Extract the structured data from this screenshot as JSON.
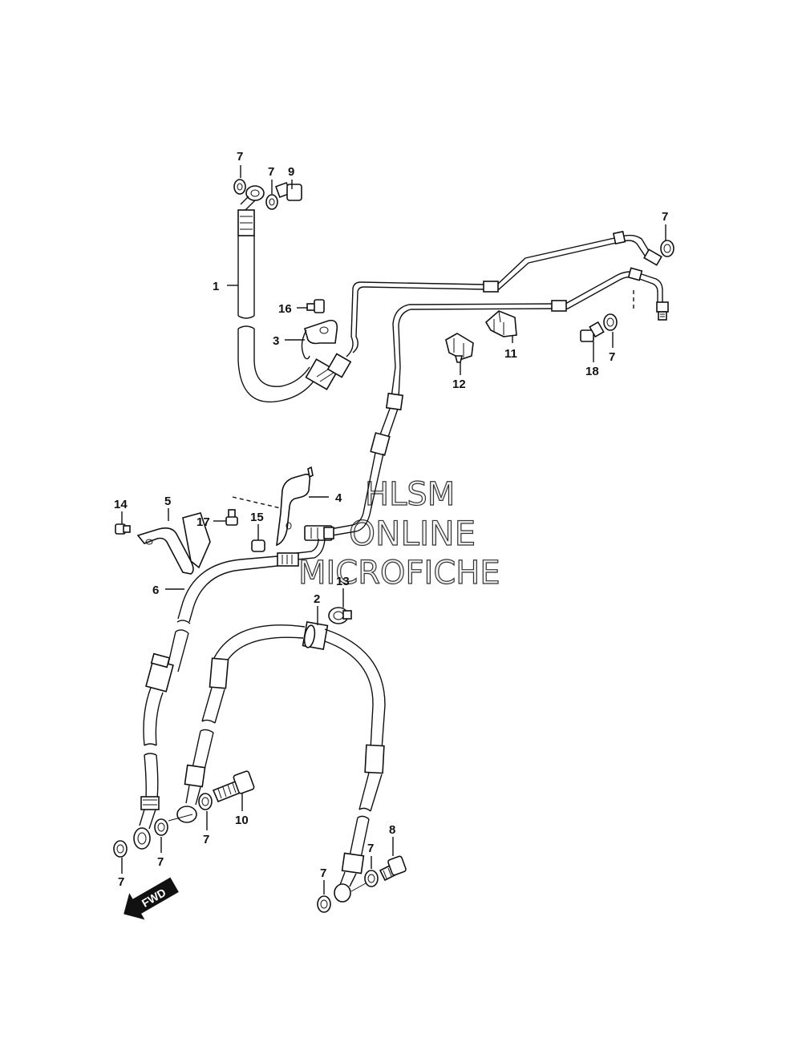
{
  "labels": {
    "p1": "1",
    "p2": "2",
    "p3": "3",
    "p4": "4",
    "p5": "5",
    "p6": "6",
    "p7a": "7",
    "p7b": "7",
    "p7c": "7",
    "p7d": "7",
    "p7e": "7",
    "p7f": "7",
    "p7g": "7",
    "p7h": "7",
    "p7i": "7",
    "p8": "8",
    "p9": "9",
    "p10": "10",
    "p11": "11",
    "p12": "12",
    "p13": "13",
    "p14": "14",
    "p15": "15",
    "p16": "16",
    "p17": "17",
    "p18": "18"
  },
  "watermark": {
    "line1": "HLSM",
    "line2": "ONLINE",
    "line3": "MICROFICHE"
  },
  "arrow": {
    "text": "FWD"
  }
}
